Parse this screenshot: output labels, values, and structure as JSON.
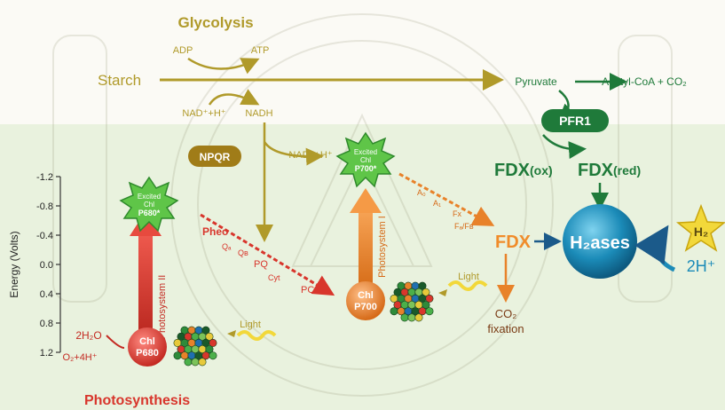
{
  "glycolysis": {
    "title": "Glycolysis",
    "starch": "Starch",
    "adp": "ADP",
    "atp": "ATP",
    "nad_h": "NAD⁺+H⁺",
    "nadh": "NADH",
    "nad_h_2": "NAD⁺+H⁺",
    "npqr": "NPQR"
  },
  "fermentation": {
    "pyruvate": "Pyruvate",
    "acetyl": "Acetyl-CoA + CO₂",
    "pfr1": "PFR1",
    "fdx_ox_main": "FDX",
    "fdx_ox_sub": "(ox)",
    "fdx_red_main": "FDX",
    "fdx_red_sub": "(red)"
  },
  "hydrogenase": {
    "fdx": "FDX",
    "h2ases": "H₂ases",
    "h2": "H₂",
    "h_plus": "2H⁺"
  },
  "axis": {
    "label": "Energy (Volts)",
    "ticks": [
      "-1.2",
      "-0.8",
      "-0.4",
      "0.0",
      "0.4",
      "0.8",
      "1.2"
    ]
  },
  "psii": {
    "label": "Photosystem II",
    "excited_1": "Excited",
    "excited_2": "Chl",
    "excited_3": "P680*",
    "chl_1": "Chl",
    "chl_2": "P680",
    "water_1": "2H₂O",
    "water_2": "O₂+4H⁺",
    "light": "Light",
    "pheo": "Pheo",
    "qa": "Qₐ",
    "qb": "Qʙ",
    "pq": "PQ",
    "cyt": "Cyt",
    "pc": "PC"
  },
  "psi": {
    "label": "Photosystem I",
    "excited_1": "Excited",
    "excited_2": "Chl",
    "excited_3": "P700*",
    "chl_1": "Chl",
    "chl_2": "P700",
    "light": "Light",
    "a0": "A₀",
    "a1": "A₁",
    "fx": "Fx",
    "fafb": "Fₐ/Fʙ"
  },
  "co2": {
    "line1": "CO₂",
    "line2": "fixation"
  },
  "footer": {
    "title": "Photosynthesis"
  },
  "colors": {
    "olive": "#b09a2a",
    "green": "#1f7a3a",
    "red": "#d8362c",
    "orange": "#e8822a",
    "blue": "#1b8bb8",
    "yellow": "#f2d83a"
  }
}
